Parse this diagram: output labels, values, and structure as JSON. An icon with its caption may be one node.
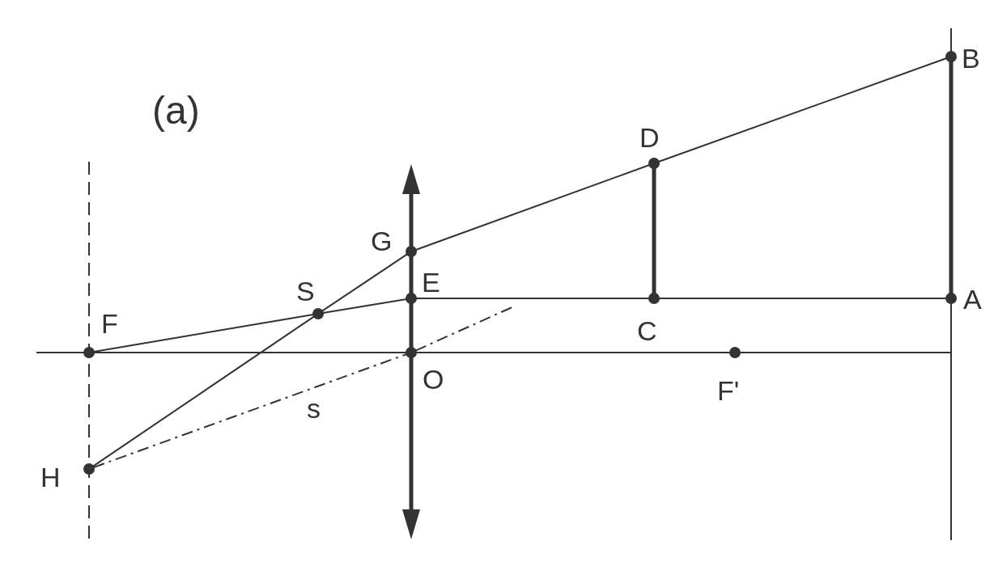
{
  "diagram": {
    "nodes": [
      {
        "text": [],
        "shape": "circle",
        "beside": [
          "B"
        ]
      },
      {
        "text": [],
        "shape": "circle",
        "beside": [
          "D"
        ]
      },
      {
        "text": [],
        "shape": "circle",
        "beside": [
          "G"
        ]
      },
      {
        "text": [],
        "shape": "circle",
        "beside": [
          "E"
        ]
      },
      {
        "text": [],
        "shape": "circle",
        "beside": [
          "C"
        ]
      },
      {
        "text": [],
        "shape": "circle",
        "beside": [
          "A"
        ]
      },
      {
        "text": [],
        "shape": "circle",
        "beside": [
          "S"
        ]
      },
      {
        "text": [],
        "shape": "circle",
        "beside": [
          "F"
        ]
      },
      {
        "text": [],
        "shape": "circle",
        "beside": [
          "O"
        ]
      },
      {
        "text": [],
        "shape": "circle",
        "beside": [
          "F'"
        ]
      },
      {
        "text": [],
        "shape": "circle",
        "beside": [
          "H"
        ]
      }
    ],
    "edges": [
      {
        "from": 2,
        "to": 1,
        "arrow": "none"
      },
      {
        "from": 1,
        "to": 0,
        "arrow": "none"
      },
      {
        "from": 1,
        "to": 4,
        "arrow": "none",
        "style": "thick"
      },
      {
        "from": 0,
        "to": 5,
        "arrow": "none",
        "style": "thick"
      },
      {
        "from": 3,
        "to": 4,
        "arrow": "none"
      },
      {
        "from": 4,
        "to": 5,
        "arrow": "none"
      },
      {
        "from": 7,
        "to": 6,
        "arrow": "none"
      },
      {
        "from": 6,
        "to": 3,
        "arrow": "none"
      },
      {
        "from": 10,
        "to": 6,
        "arrow": "none"
      },
      {
        "from": 6,
        "to": 2,
        "arrow": "none"
      },
      {
        "from": 10,
        "to": 8,
        "arrow": "none",
        "style": "dashed"
      },
      {
        "from": 8,
        "to": null,
        "arrow": "none",
        "style": "dashed"
      }
    ],
    "labels": [
      "(a)",
      "s"
    ]
  }
}
